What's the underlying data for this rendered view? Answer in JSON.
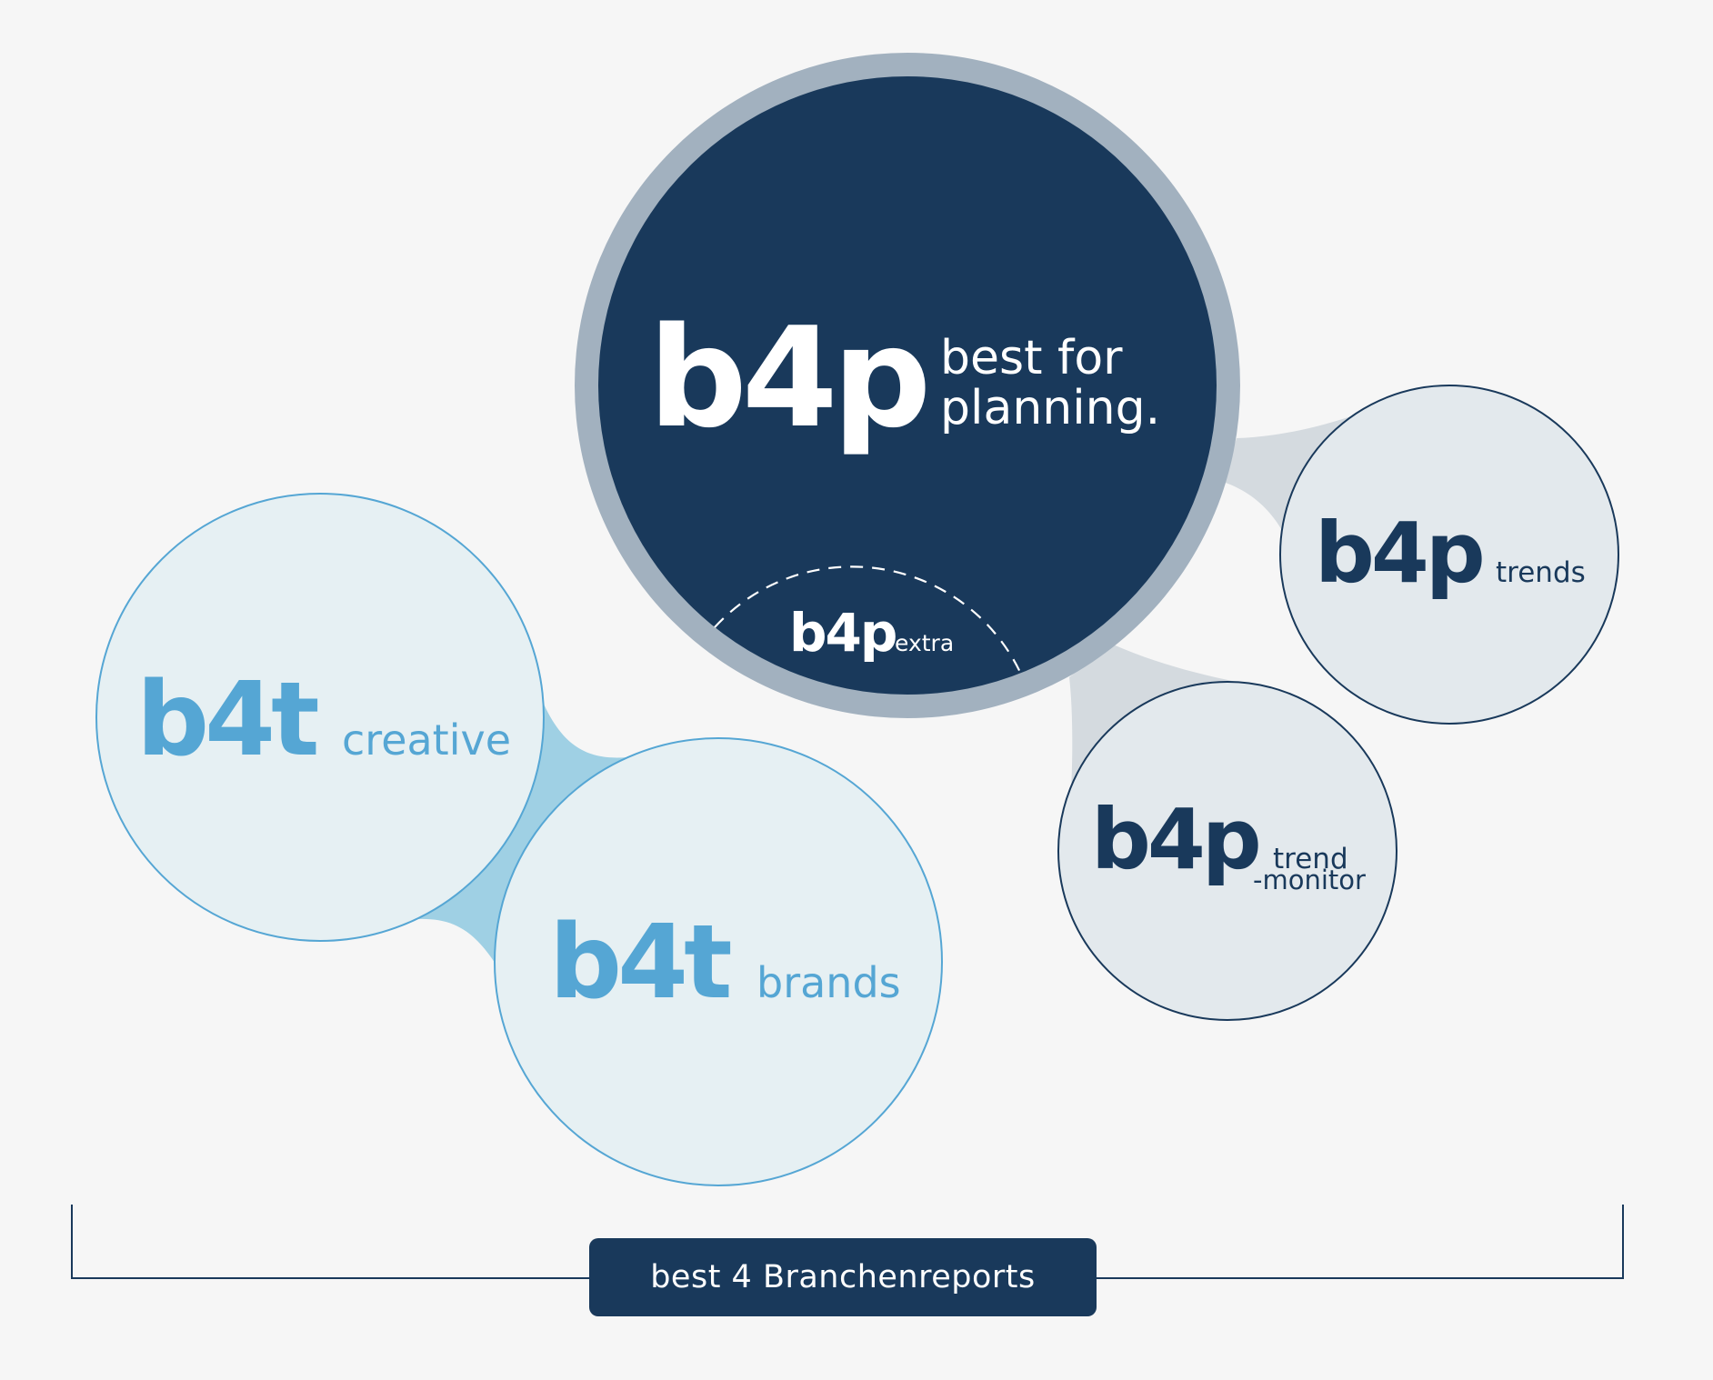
{
  "colors": {
    "background": "#f6f6f6",
    "navy": "#19395b",
    "ring_gray": "#a2b1bf",
    "light_blue": "#55a6d4",
    "light_blue_fill": "#e6f0f3",
    "connector_blue": "#9fd0e4",
    "gray_fill": "#e3e9ed",
    "connector_gray": "#d4dadf"
  },
  "main": {
    "logo": "b4p",
    "tagline_1": "best for",
    "tagline_2": "planning.",
    "extra_logo": "b4p",
    "extra_word": "extra"
  },
  "trends": {
    "logo": "b4p",
    "word": "trends"
  },
  "trendmonitor": {
    "logo": "b4p",
    "word_1": "trend",
    "word_2": "-monitor"
  },
  "creative": {
    "logo": "b4t",
    "word": "creative"
  },
  "brands": {
    "logo": "b4t",
    "word": "brands"
  },
  "footer": {
    "label": "best 4 Branchenreports"
  }
}
